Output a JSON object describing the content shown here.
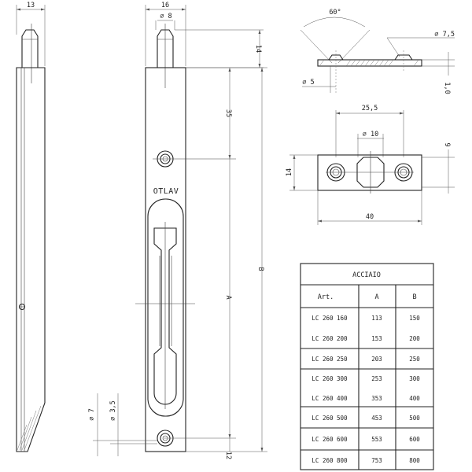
{
  "side_view": {
    "width_label": "13"
  },
  "front_view": {
    "width_label": "16",
    "pin_diameter_label": "⌀ 8",
    "pin_height_label": "14",
    "hole_offset_label": "35",
    "A_label": "A",
    "B_label": "B",
    "bottom_offset_label": "12",
    "dia7_label": "⌀ 7",
    "dia35_label": "⌀ 3,5",
    "brand": "OTLAV"
  },
  "keeper_top": {
    "angle_label": "60°",
    "dia75_label": "⌀ 7,5",
    "dia5_label": "⌀ 5",
    "thickness_label": "1,0"
  },
  "keeper_front": {
    "spacing_label": "25,5",
    "dia10_label": "⌀ 10",
    "dia9_label": "9",
    "height_label": "14",
    "length_label": "40"
  },
  "table": {
    "title": "ACCIAIO",
    "headers": [
      "Art.",
      "A",
      "B"
    ],
    "rows": [
      [
        "LC 260 160",
        "113",
        "150"
      ],
      [
        "LC 260 200",
        "153",
        "200"
      ],
      [
        "LC 260 250",
        "203",
        "250"
      ],
      [
        "LC 260 300",
        "253",
        "300"
      ],
      [
        "LC 260 400",
        "353",
        "400"
      ],
      [
        "LC 260 500",
        "453",
        "500"
      ],
      [
        "LC 260 600",
        "553",
        "600"
      ],
      [
        "LC 260 800",
        "753",
        "800"
      ]
    ]
  }
}
